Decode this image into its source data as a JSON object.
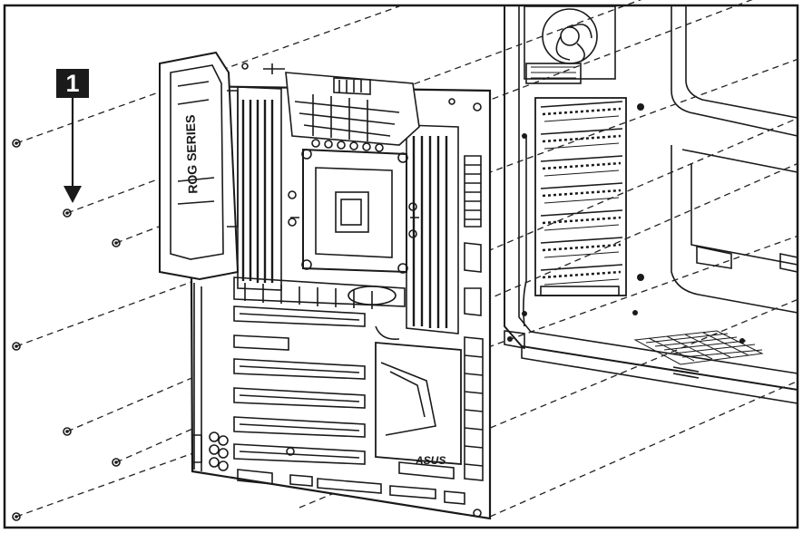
{
  "step": {
    "number": "1"
  },
  "brand": {
    "board_logo": "ASUS",
    "armor_text": "ROG SERIES"
  },
  "colors": {
    "ink": "#1a1a1a",
    "paper": "#ffffff",
    "dash": "#222222"
  }
}
